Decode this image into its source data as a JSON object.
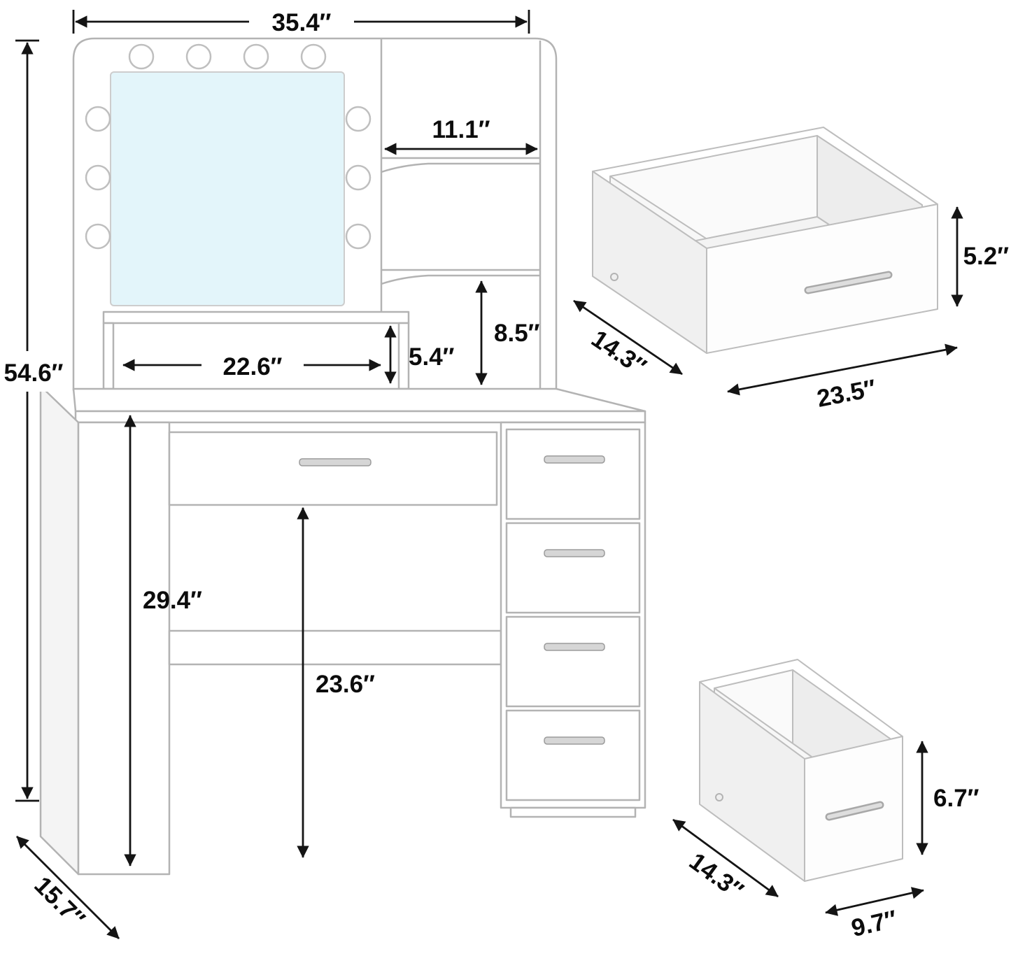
{
  "diagram": {
    "kind": "product-dimension-diagram",
    "units": "inches",
    "vanity": {
      "overall_width": "35.4″",
      "overall_height": "54.6″",
      "overall_depth": "15.7″",
      "top_shelf_width": "11.1″",
      "shelf_to_desktop_height": "8.5″",
      "tabletop_shelf_width": "22.6″",
      "tabletop_shelf_opening_height": "5.4″",
      "floor_to_desktop_height": "29.4″",
      "legroom_height": "23.6″"
    },
    "wide_drawer": {
      "height": "5.2″",
      "depth": "14.3″",
      "width": "23.5″"
    },
    "deep_drawer": {
      "height": "6.7″",
      "depth": "14.3″",
      "width": "9.7″"
    },
    "colors": {
      "background": "#ffffff",
      "furniture_line": "#b3b3b3",
      "dimension_line": "#141414",
      "mirror_fill": "#e3f5fa",
      "handle_fill": "#d6d6d6"
    }
  }
}
